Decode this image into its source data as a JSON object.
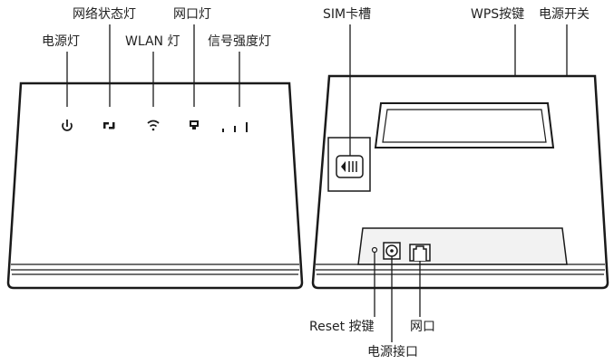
{
  "front": {
    "labels": {
      "power_led": "电源灯",
      "network_status_led": "网络状态灯",
      "wlan_led": "WLAN 灯",
      "lan_led": "网口灯",
      "signal_led": "信号强度灯"
    }
  },
  "back": {
    "labels": {
      "sim_slot": "SIM卡槽",
      "wps_button": "WPS按键",
      "power_switch": "电源开关",
      "reset_button": "Reset 按键",
      "lan_port": "网口",
      "power_port": "电源接口"
    }
  },
  "colors": {
    "stroke": "#1a1a1a",
    "panel_fill": "#f2f2f2"
  }
}
